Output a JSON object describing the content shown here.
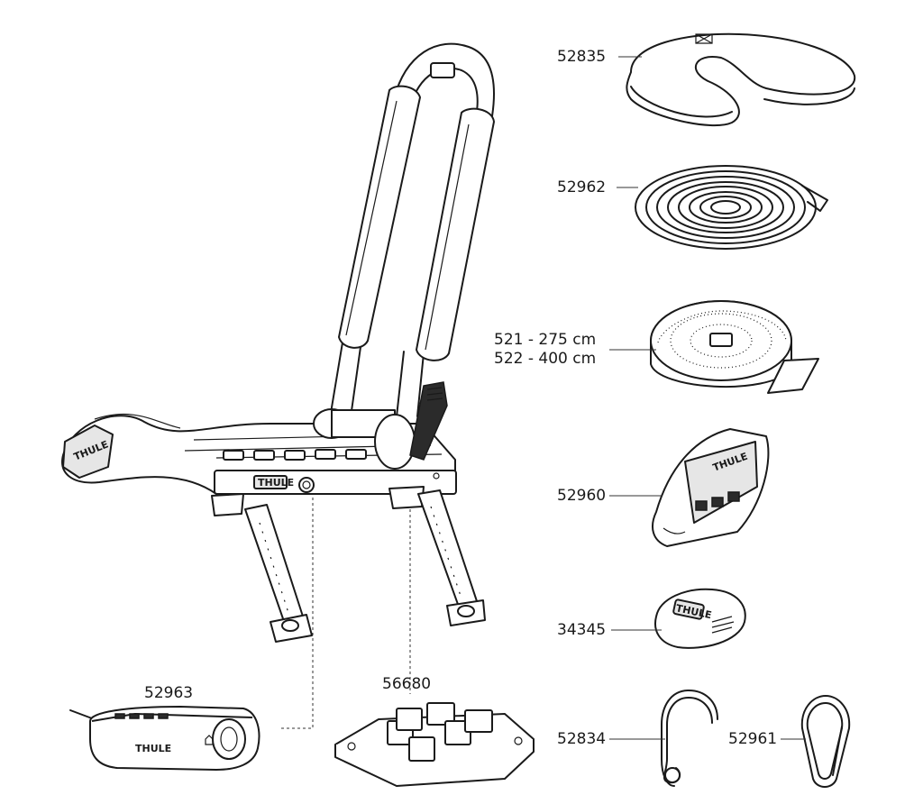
{
  "parts": {
    "strap_loop": "52835",
    "long_strap": "52962",
    "pad_roll_line1": "521 - 275 cm",
    "pad_roll_line2": "522 - 400 cm",
    "lever_cover": "52960",
    "end_cap": "34345",
    "s_hook": "52834",
    "carabiner": "52961",
    "lock_cover": "52963",
    "adapter_base": "56680"
  },
  "brand": {
    "logo_text": "THULE"
  }
}
